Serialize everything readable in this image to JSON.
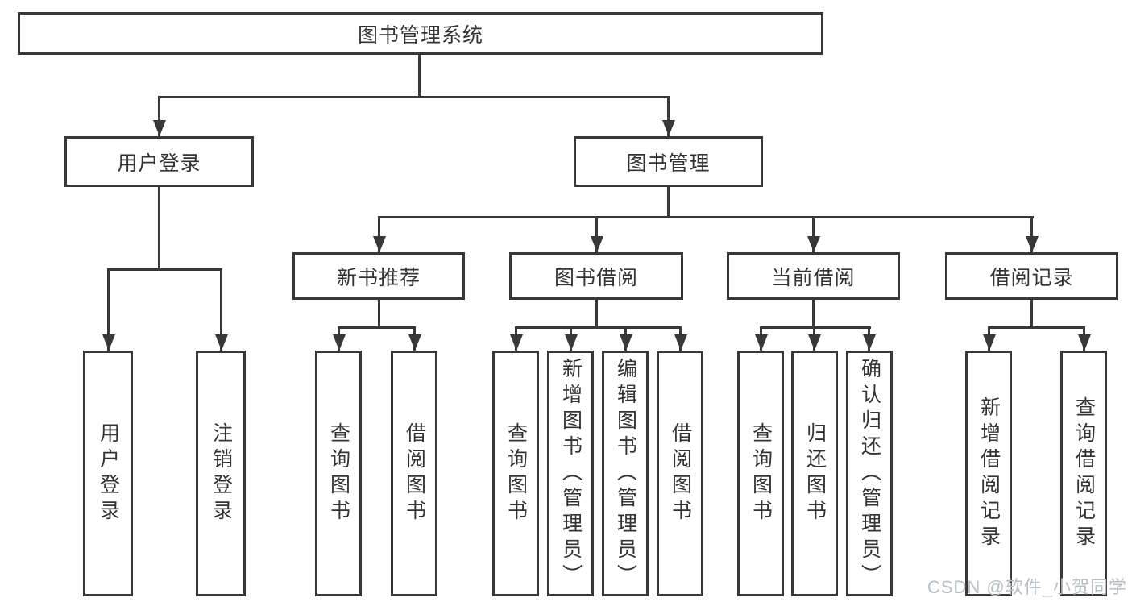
{
  "diagram": {
    "root": {
      "label": "图书管理系统"
    },
    "level2": [
      {
        "label": "用户登录"
      },
      {
        "label": "图书管理"
      }
    ],
    "level3": [
      {
        "label": "新书推荐"
      },
      {
        "label": "图书借阅"
      },
      {
        "label": "当前借阅"
      },
      {
        "label": "借阅记录"
      }
    ],
    "leaves": {
      "user_login": [
        {
          "label": "用户登录"
        },
        {
          "label": "注销登录"
        }
      ],
      "new_book": [
        {
          "label": "查询图书"
        },
        {
          "label": "借阅图书"
        }
      ],
      "book_borrow": [
        {
          "label": "查询图书"
        },
        {
          "label": "新增图书（管理员）"
        },
        {
          "label": "编辑图书（管理员）"
        },
        {
          "label": "借阅图书"
        }
      ],
      "current_borrow": [
        {
          "label": "查询图书"
        },
        {
          "label": "归还图书"
        },
        {
          "label": "确认归还（管理员）"
        }
      ],
      "records": [
        {
          "label": "新增借阅记录"
        },
        {
          "label": "查询借阅记录"
        }
      ]
    }
  },
  "watermark": {
    "text": "CSDN @软件_小贺同学"
  },
  "theme": {
    "line_color": "#383838",
    "text_color": "#333333",
    "background": "#ffffff",
    "watermark_color": "#b9bec4"
  }
}
